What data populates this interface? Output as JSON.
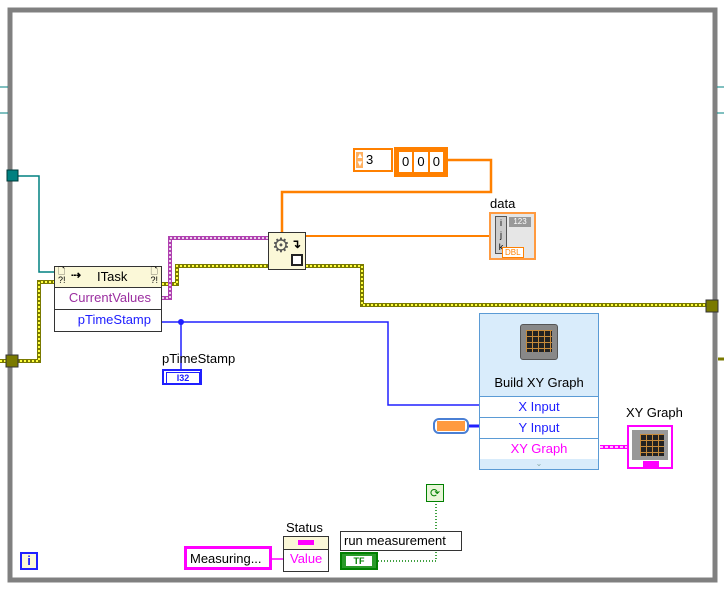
{
  "diagram": {
    "type": "LabVIEW block diagram",
    "colors": {
      "frame": "#808080",
      "refnum_wire": "#008080",
      "error_wire": "#7a7a00",
      "dbl_wire": "#ff8000",
      "cluster_wire": "#b040b0",
      "i32_wire": "#2020ff",
      "string_wire": "#ff00ff",
      "bool_wire": "#008000"
    }
  },
  "constants": {
    "array_size": "3",
    "array_values": [
      "0",
      "0",
      "0"
    ]
  },
  "property_node": {
    "class": "ITask",
    "properties": [
      "CurrentValues",
      "pTimeStamp"
    ]
  },
  "indicators": {
    "data": {
      "label": "data",
      "type_badge": "DBL",
      "index_labels": [
        "i",
        "j",
        "k"
      ],
      "value_badge": "123"
    },
    "ptimestamp": {
      "label": "pTimeStamp",
      "type_badge": "I32"
    },
    "xy_graph": {
      "label": "XY Graph"
    }
  },
  "express_vi": {
    "title": "Build XY Graph",
    "inputs": [
      "X Input",
      "Y Input",
      "XY Graph"
    ]
  },
  "status": {
    "label": "Status",
    "property": "Value",
    "string_constant": "Measuring..."
  },
  "run_measurement": {
    "label": "run measurement",
    "type_badge": "TF"
  },
  "info_icon": "i"
}
